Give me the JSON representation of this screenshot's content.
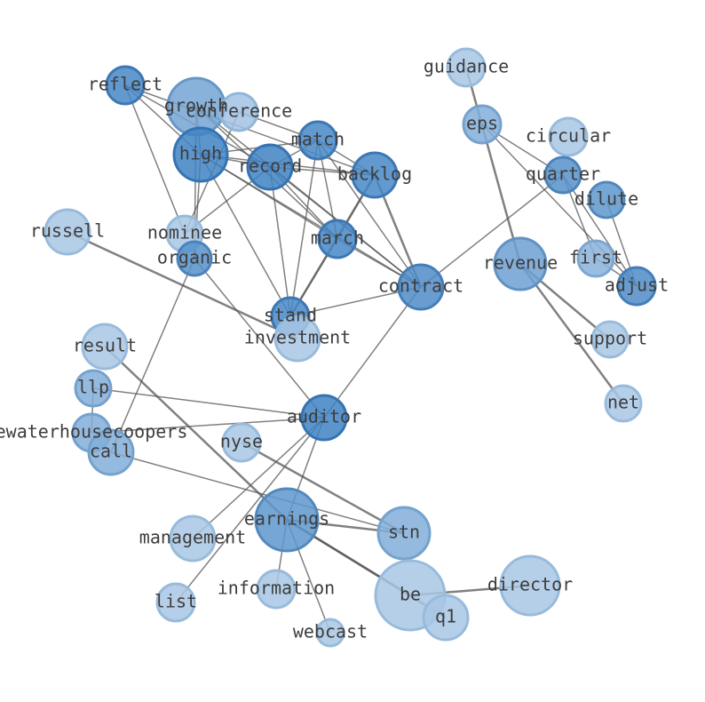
{
  "graph": {
    "type": "network",
    "nodes": [
      {
        "id": "reflect",
        "label": "reflect",
        "shade": 0.85
      },
      {
        "id": "growth",
        "label": "growth",
        "shade": 0.55
      },
      {
        "id": "conference",
        "label": "conference",
        "shade": 0.25
      },
      {
        "id": "high",
        "label": "high",
        "shade": 0.9
      },
      {
        "id": "match",
        "label": "match",
        "shade": 0.85
      },
      {
        "id": "record",
        "label": "record",
        "shade": 0.9
      },
      {
        "id": "backlog",
        "label": "backlog",
        "shade": 0.85
      },
      {
        "id": "nominee",
        "label": "nominee",
        "shade": 0.2
      },
      {
        "id": "organic",
        "label": "organic",
        "shade": 0.75
      },
      {
        "id": "march",
        "label": "march",
        "shade": 0.85
      },
      {
        "id": "contract",
        "label": "contract",
        "shade": 0.8
      },
      {
        "id": "stand",
        "label": "stand",
        "shade": 0.85
      },
      {
        "id": "investment",
        "label": "investment",
        "shade": 0.2
      },
      {
        "id": "russell",
        "label": "russell",
        "shade": 0.2
      },
      {
        "id": "guidance",
        "label": "guidance",
        "shade": 0.2
      },
      {
        "id": "eps",
        "label": "eps",
        "shade": 0.45
      },
      {
        "id": "circular",
        "label": "circular",
        "shade": 0.2
      },
      {
        "id": "quarter",
        "label": "quarter",
        "shade": 0.75
      },
      {
        "id": "dilute",
        "label": "dilute",
        "shade": 0.7
      },
      {
        "id": "revenue",
        "label": "revenue",
        "shade": 0.6
      },
      {
        "id": "first",
        "label": "first",
        "shade": 0.4
      },
      {
        "id": "adjust",
        "label": "adjust",
        "shade": 0.8
      },
      {
        "id": "support",
        "label": "support",
        "shade": 0.2
      },
      {
        "id": "net",
        "label": "net",
        "shade": 0.2
      },
      {
        "id": "result",
        "label": "result",
        "shade": 0.2
      },
      {
        "id": "llp",
        "label": "llp",
        "shade": 0.45
      },
      {
        "id": "pricewaterhousecoopers",
        "label": "ewaterhousecoopers",
        "shade": 0.45
      },
      {
        "id": "call",
        "label": "call",
        "shade": 0.45
      },
      {
        "id": "auditor",
        "label": "auditor",
        "shade": 0.9
      },
      {
        "id": "nyse",
        "label": "nyse",
        "shade": 0.2
      },
      {
        "id": "management",
        "label": "management",
        "shade": 0.2
      },
      {
        "id": "earnings",
        "label": "earnings",
        "shade": 0.7
      },
      {
        "id": "stn",
        "label": "stn",
        "shade": 0.45
      },
      {
        "id": "information",
        "label": "information",
        "shade": 0.2
      },
      {
        "id": "list",
        "label": "list",
        "shade": 0.2
      },
      {
        "id": "be",
        "label": "be",
        "shade": 0.2
      },
      {
        "id": "director",
        "label": "director",
        "shade": 0.2
      },
      {
        "id": "q1",
        "label": "q1",
        "shade": 0.2
      },
      {
        "id": "webcast",
        "label": "webcast",
        "shade": 0.2
      }
    ],
    "edges": [
      {
        "source": "reflect",
        "target": "high",
        "weight": 1.5
      },
      {
        "source": "reflect",
        "target": "record",
        "weight": 1.5
      },
      {
        "source": "reflect",
        "target": "backlog",
        "weight": 1.5
      },
      {
        "source": "reflect",
        "target": "nominee",
        "weight": 1.5
      },
      {
        "source": "growth",
        "target": "high",
        "weight": 1.5
      },
      {
        "source": "growth",
        "target": "organic",
        "weight": 1.5
      },
      {
        "source": "growth",
        "target": "march",
        "weight": 1.5
      },
      {
        "source": "growth",
        "target": "contract",
        "weight": 1.5
      },
      {
        "source": "conference",
        "target": "match",
        "weight": 1.5
      },
      {
        "source": "conference",
        "target": "nominee",
        "weight": 1.5
      },
      {
        "source": "high",
        "target": "match",
        "weight": 1.5
      },
      {
        "source": "high",
        "target": "record",
        "weight": 1.5
      },
      {
        "source": "high",
        "target": "backlog",
        "weight": 1.5
      },
      {
        "source": "high",
        "target": "march",
        "weight": 1.5
      },
      {
        "source": "high",
        "target": "organic",
        "weight": 1.5
      },
      {
        "source": "high",
        "target": "stand",
        "weight": 1.5
      },
      {
        "source": "high",
        "target": "contract",
        "weight": 1.5
      },
      {
        "source": "match",
        "target": "record",
        "weight": 1.5
      },
      {
        "source": "match",
        "target": "backlog",
        "weight": 1.5
      },
      {
        "source": "match",
        "target": "march",
        "weight": 1.5
      },
      {
        "source": "match",
        "target": "stand",
        "weight": 1.5
      },
      {
        "source": "match",
        "target": "contract",
        "weight": 1.5
      },
      {
        "source": "record",
        "target": "backlog",
        "weight": 1.5
      },
      {
        "source": "record",
        "target": "march",
        "weight": 1.5
      },
      {
        "source": "record",
        "target": "stand",
        "weight": 1.5
      },
      {
        "source": "record",
        "target": "contract",
        "weight": 1.5
      },
      {
        "source": "record",
        "target": "nominee",
        "weight": 1.5
      },
      {
        "source": "backlog",
        "target": "march",
        "weight": 1.5
      },
      {
        "source": "backlog",
        "target": "stand",
        "weight": 2.5
      },
      {
        "source": "backlog",
        "target": "contract",
        "weight": 2.5
      },
      {
        "source": "march",
        "target": "contract",
        "weight": 1.5
      },
      {
        "source": "march",
        "target": "stand",
        "weight": 1.5
      },
      {
        "source": "organic",
        "target": "auditor",
        "weight": 1.5
      },
      {
        "source": "organic",
        "target": "call",
        "weight": 1.5
      },
      {
        "source": "stand",
        "target": "contract",
        "weight": 1.5
      },
      {
        "source": "russell",
        "target": "investment",
        "weight": 2.5
      },
      {
        "source": "contract",
        "target": "auditor",
        "weight": 1.5
      },
      {
        "source": "contract",
        "target": "quarter",
        "weight": 1.5
      },
      {
        "source": "guidance",
        "target": "revenue",
        "weight": 2.5
      },
      {
        "source": "eps",
        "target": "quarter",
        "weight": 1.5
      },
      {
        "source": "eps",
        "target": "adjust",
        "weight": 1.5
      },
      {
        "source": "quarter",
        "target": "adjust",
        "weight": 1.5
      },
      {
        "source": "quarter",
        "target": "first",
        "weight": 1.5
      },
      {
        "source": "dilute",
        "target": "adjust",
        "weight": 1.5
      },
      {
        "source": "first",
        "target": "adjust",
        "weight": 1.5
      },
      {
        "source": "revenue",
        "target": "support",
        "weight": 2.5
      },
      {
        "source": "revenue",
        "target": "net",
        "weight": 2.5
      },
      {
        "source": "result",
        "target": "earnings",
        "weight": 2.5
      },
      {
        "source": "llp",
        "target": "auditor",
        "weight": 1.5
      },
      {
        "source": "llp",
        "target": "pricewaterhousecoopers",
        "weight": 1.5
      },
      {
        "source": "pricewaterhousecoopers",
        "target": "auditor",
        "weight": 1.5
      },
      {
        "source": "call",
        "target": "stn",
        "weight": 1.5
      },
      {
        "source": "auditor",
        "target": "earnings",
        "weight": 1.5
      },
      {
        "source": "auditor",
        "target": "management",
        "weight": 1.5
      },
      {
        "source": "auditor",
        "target": "list",
        "weight": 1.5
      },
      {
        "source": "nyse",
        "target": "stn",
        "weight": 2.5
      },
      {
        "source": "earnings",
        "target": "stn",
        "weight": 2.5
      },
      {
        "source": "earnings",
        "target": "q1",
        "weight": 2.5
      },
      {
        "source": "earnings",
        "target": "information",
        "weight": 1.5
      },
      {
        "source": "earnings",
        "target": "webcast",
        "weight": 1.5
      },
      {
        "source": "earnings",
        "target": "be",
        "weight": 2.5
      },
      {
        "source": "be",
        "target": "director",
        "weight": 2.5
      }
    ]
  }
}
